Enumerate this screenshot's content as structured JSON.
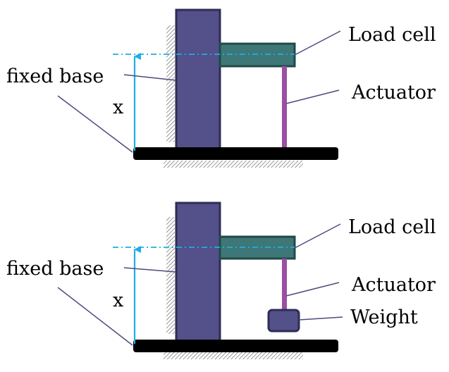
{
  "colors": {
    "column": "#53508a",
    "column_stroke": "#2f2d55",
    "load_cell": "#3e7778",
    "load_cell_stroke": "#234848",
    "actuator": "#9b4ea4",
    "base": "#000000",
    "dimension": "#1eaee4",
    "leader": "#4d4a80",
    "weight": "#53508a"
  },
  "top": {
    "load_cell_label": "Load cell",
    "actuator_label": "Actuator",
    "fixed_base_label": "fixed base",
    "x_label": "x"
  },
  "bottom": {
    "load_cell_label": "Load cell",
    "actuator_label": "Actuator",
    "weight_label": "Weight",
    "fixed_base_label": "fixed base",
    "x_label": "x"
  }
}
